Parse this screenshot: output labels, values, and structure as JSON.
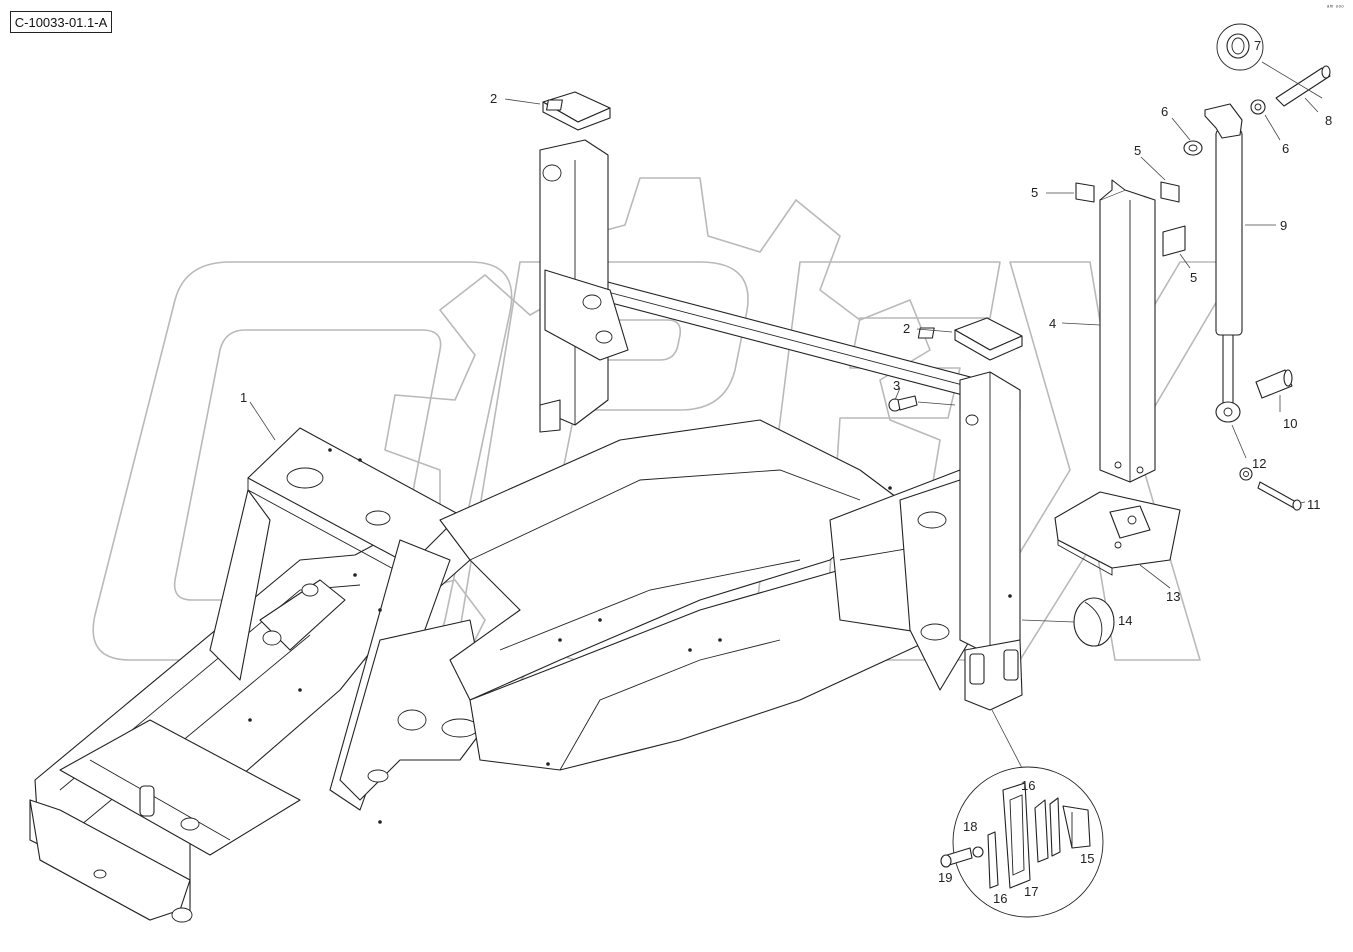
{
  "drawing": {
    "reference_code": "C-10033-01.1-A",
    "corner_mark": "ᵃᵐ ᵒᵒᵒ"
  },
  "watermark": {
    "text": "OPEX",
    "color": "#b9b9b9"
  },
  "callouts": [
    {
      "id": "c1",
      "label": "1"
    },
    {
      "id": "c2a",
      "label": "2"
    },
    {
      "id": "c2b",
      "label": "2"
    },
    {
      "id": "c3",
      "label": "3"
    },
    {
      "id": "c4",
      "label": "4"
    },
    {
      "id": "c5a",
      "label": "5"
    },
    {
      "id": "c5b",
      "label": "5"
    },
    {
      "id": "c5c",
      "label": "5"
    },
    {
      "id": "c6a",
      "label": "6"
    },
    {
      "id": "c6b",
      "label": "6"
    },
    {
      "id": "c7",
      "label": "7"
    },
    {
      "id": "c8",
      "label": "8"
    },
    {
      "id": "c9",
      "label": "9"
    },
    {
      "id": "c10",
      "label": "10"
    },
    {
      "id": "c11",
      "label": "11"
    },
    {
      "id": "c12",
      "label": "12"
    },
    {
      "id": "c13",
      "label": "13"
    },
    {
      "id": "c14",
      "label": "14"
    },
    {
      "id": "c15",
      "label": "15"
    },
    {
      "id": "c16a",
      "label": "16"
    },
    {
      "id": "c16b",
      "label": "16"
    },
    {
      "id": "c17",
      "label": "17"
    },
    {
      "id": "c18",
      "label": "18"
    },
    {
      "id": "c19",
      "label": "19"
    }
  ]
}
